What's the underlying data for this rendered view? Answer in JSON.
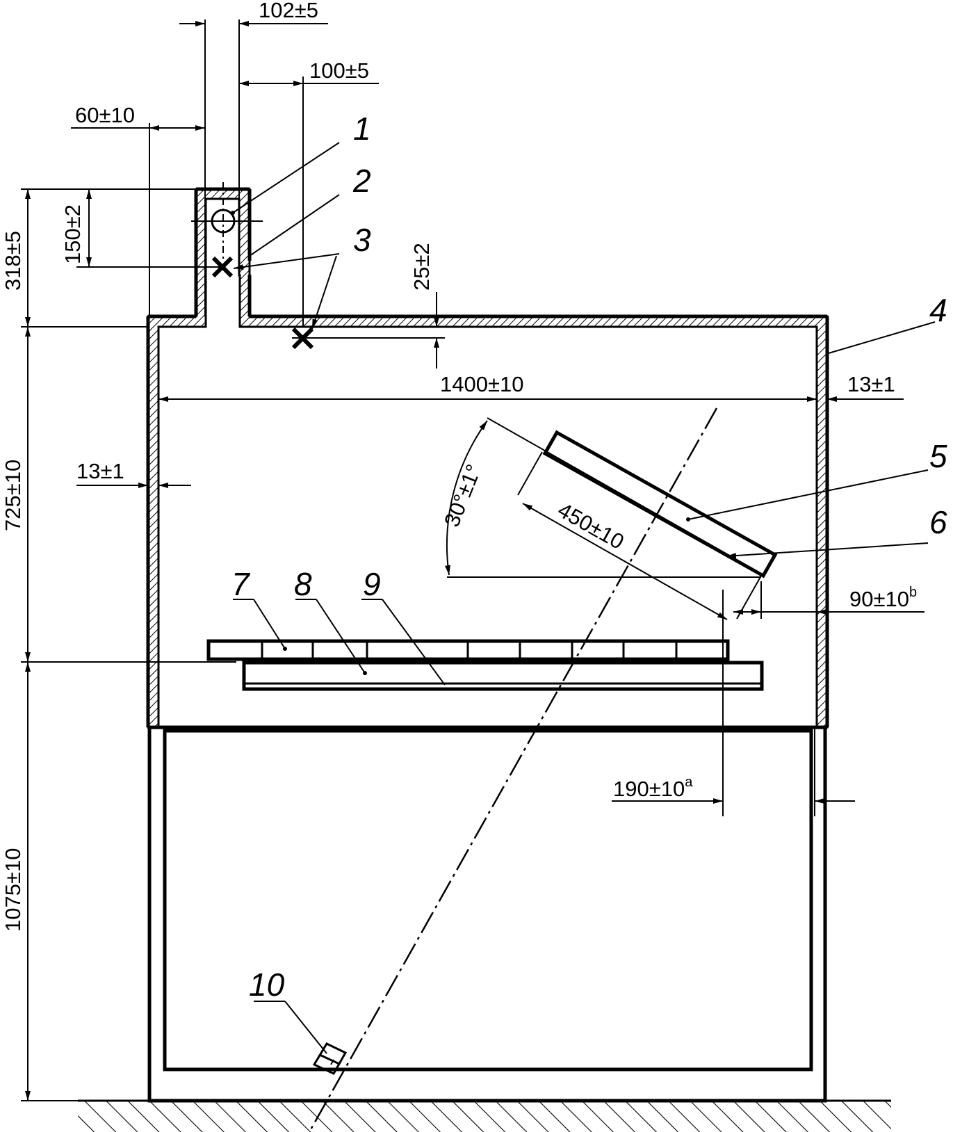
{
  "dimensions": {
    "d102": "102±5",
    "d100": "100±5",
    "d60": "60±10",
    "d150": "150±2",
    "d318": "318±5",
    "d25": "25±2",
    "d1400": "1400±10",
    "d13_right": "13±1",
    "d13_left": "13±1",
    "d725": "725±10",
    "d30deg": "30°±1°",
    "d450": "450±10",
    "d90": "90±10",
    "d90_sup": "b",
    "d190": "190±10",
    "d190_sup": "a",
    "d1075": "1075±10"
  },
  "callouts": [
    "1",
    "2",
    "3",
    "4",
    "5",
    "6",
    "7",
    "8",
    "9",
    "10"
  ]
}
